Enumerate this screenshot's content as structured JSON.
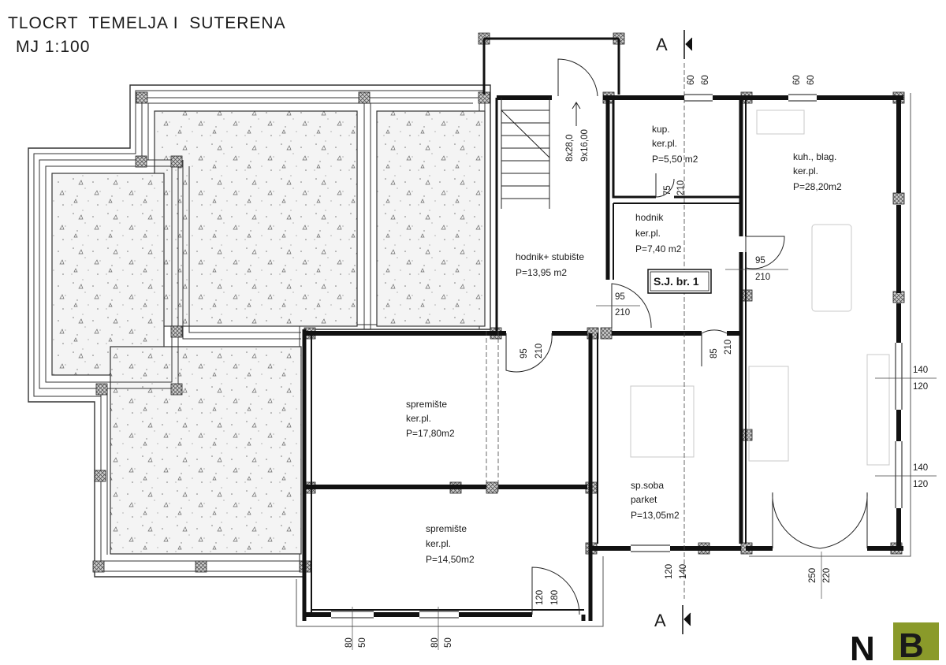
{
  "plan": {
    "title": "TLOCRT  TEMELJA I  SUTERENA",
    "scale": "MJ 1:100",
    "section_marker": "A",
    "unit_label": "S.J. br. 1",
    "logo": {
      "letter_n": "N",
      "letter_b": "B",
      "n_color": "#111111",
      "b_color": "#8a9a2a"
    },
    "rooms": [
      {
        "id": "hodnik_stubiste",
        "lines": [
          "hodnik+ stubište",
          "P=13,95 m2"
        ]
      },
      {
        "id": "kup",
        "lines": [
          "kup.",
          "ker.pl.",
          "P=5,50 m2"
        ]
      },
      {
        "id": "kuh",
        "lines": [
          "kuh., blag.",
          "ker.pl.",
          "P=28,20m2"
        ]
      },
      {
        "id": "hodnik",
        "lines": [
          "hodnik",
          "ker.pl.",
          "P=7,40 m2"
        ]
      },
      {
        "id": "spremiste1",
        "lines": [
          "spremište",
          "ker.pl.",
          "P=17,80m2"
        ]
      },
      {
        "id": "spremiste2",
        "lines": [
          "spremište",
          "ker.pl.",
          "P=14,50m2"
        ]
      },
      {
        "id": "spsoba",
        "lines": [
          "sp.soba",
          "parket",
          "P=13,05m2"
        ]
      }
    ],
    "dimensions": {
      "top_a": [
        "60",
        "60"
      ],
      "top_b": [
        "60",
        "60"
      ],
      "stair_a": "8x28,0",
      "stair_b": "9x16,00",
      "d_75": "75",
      "d_210a": "210",
      "d_95a": "95",
      "d_210b": "210",
      "d_95b": "95",
      "d_210c": "210",
      "d_95c": "95",
      "d_210d": "210",
      "d_85": "85",
      "d_210e": "210",
      "d_140a": "140",
      "d_120a": "120",
      "d_140b": "140",
      "d_120b": "120",
      "d_120c": "120",
      "d_140c": "140",
      "d_250": "250",
      "d_220": "220",
      "d_120d": "120",
      "d_180": "180",
      "d_80a": "80",
      "d_50a": "50",
      "d_80b": "80",
      "d_50b": "50"
    }
  }
}
